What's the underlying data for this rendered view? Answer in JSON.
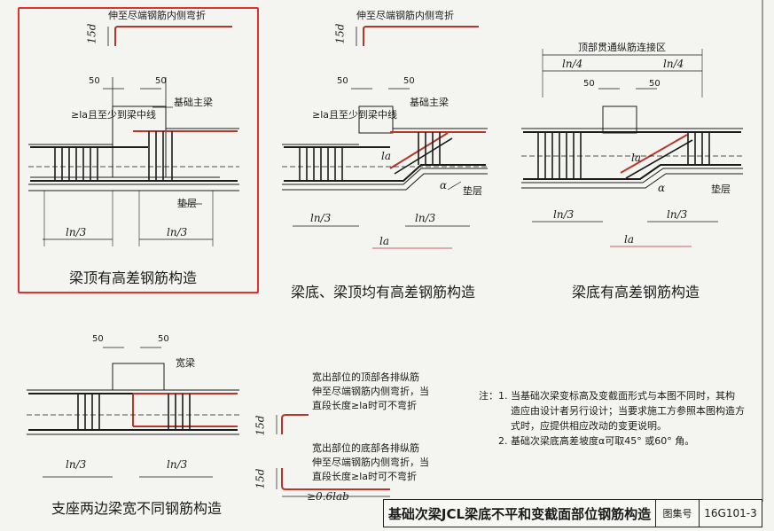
{
  "colors": {
    "red_rebar": "#b8352a",
    "black_rebar": "#1b1b1b",
    "highlight": "#e0322a",
    "paper": "#f4f4f1"
  },
  "panel1": {
    "caption": "梁顶有高差钢筋构造",
    "top_note": "伸至尽端钢筋内侧弯折",
    "hook": "15d",
    "dim_50": "50",
    "main_beam": "基础主梁",
    "anchor_note": "≥la且至少到梁中线",
    "cushion": "垫层",
    "ln3": "ln/3"
  },
  "panel2": {
    "caption": "梁底、梁顶均有高差钢筋构造",
    "top_note": "伸至尽端钢筋内侧弯折",
    "hook": "15d",
    "dim_50": "50",
    "main_beam": "基础主梁",
    "anchor_note": "≥la且至少到梁中线",
    "la": "la",
    "alpha": "α",
    "cushion": "垫层",
    "ln3": "ln/3",
    "la_bottom": "la"
  },
  "panel3": {
    "caption": "梁底有高差钢筋构造",
    "splice_zone": "顶部贯通纵筋连接区",
    "ln4": "ln/4",
    "dim_50": "50",
    "la": "la",
    "alpha": "α",
    "cushion": "垫层",
    "ln3": "ln/3",
    "la_bottom": "la"
  },
  "panel4": {
    "caption": "支座两边梁宽不同钢筋构造",
    "dim_50": "50",
    "wide_beam": "宽梁",
    "ln3": "ln/3"
  },
  "detail": {
    "hook": "15d",
    "top_text": [
      "宽出部位的顶部各排纵筋",
      "伸至尽端钢筋内侧弯折，当",
      "直段长度≥la时可不弯折"
    ],
    "bottom_text": [
      "宽出部位的底部各排纵筋",
      "伸至尽端钢筋内侧弯折，当",
      "直段长度≥la时可不弯折"
    ],
    "lab": "≥0.6lab"
  },
  "notes": {
    "label": "注：",
    "items": [
      "1. 当基础次梁变标高及变截面形式与本图不同时，其构",
      "造应由设计者另行设计；当要求施工方参照本图构造方",
      "式时，应提供相应改动的变更说明。",
      "2. 基础次梁底高差坡度α可取45° 或60° 角。"
    ]
  },
  "title_block": {
    "title": "基础次梁JCL梁底不平和变截面部位钢筋构造",
    "atlas_label": "图集号",
    "atlas_number": "16G101-3"
  }
}
